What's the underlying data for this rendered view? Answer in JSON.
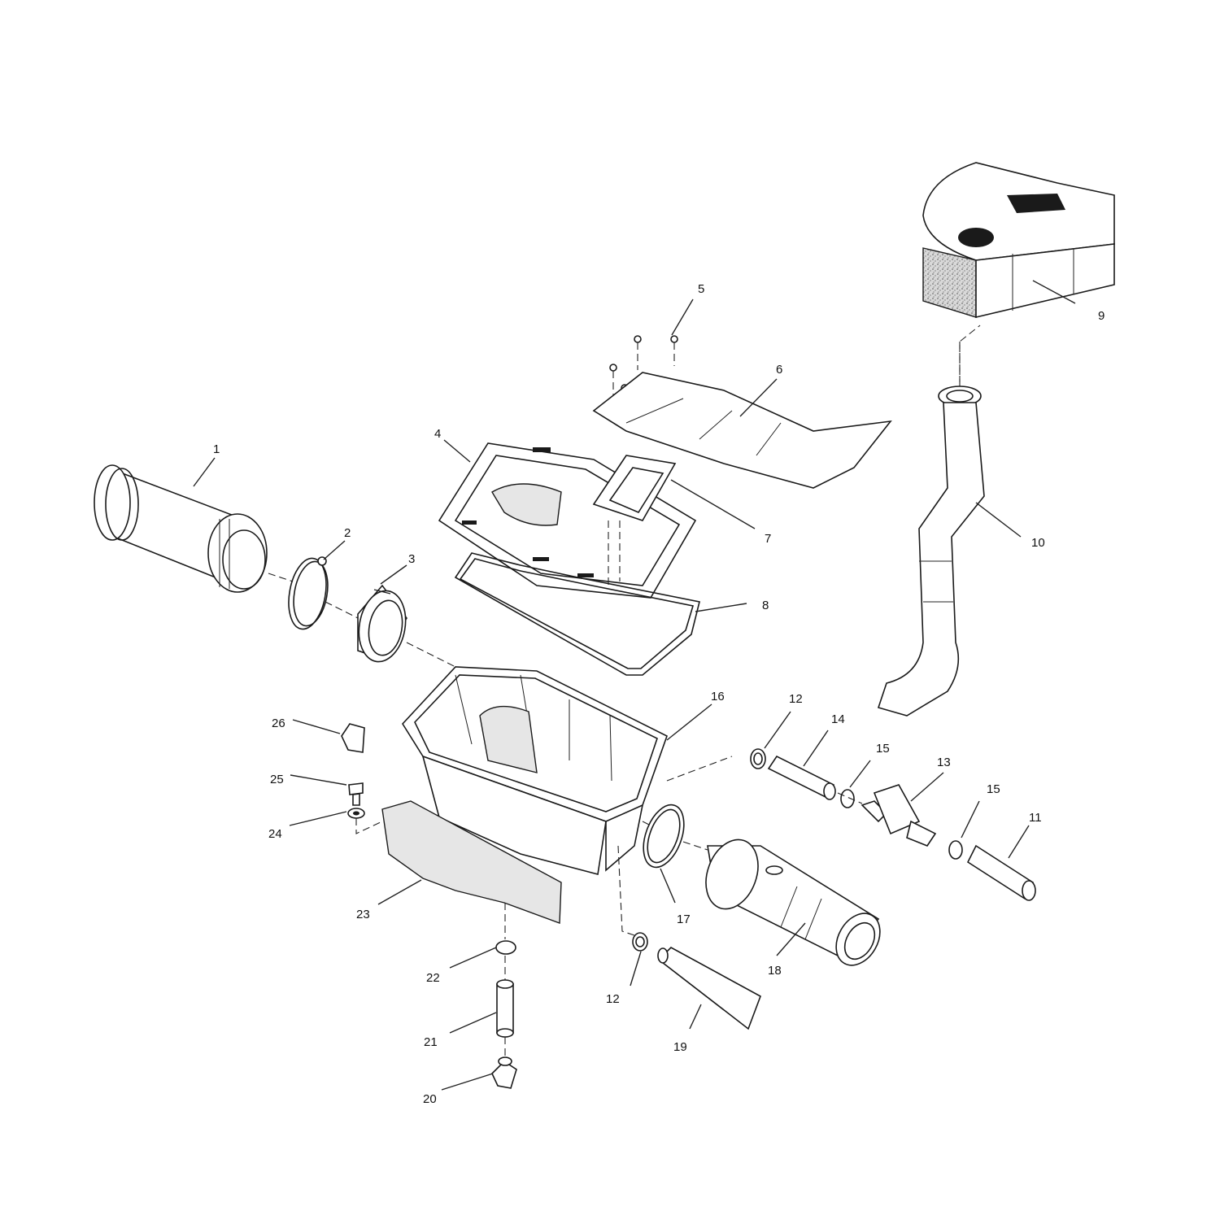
{
  "callouts": [
    "1",
    "2",
    "3",
    "4",
    "5",
    "6",
    "7",
    "8",
    "9",
    "10",
    "11",
    "12",
    "12",
    "13",
    "14",
    "15",
    "15",
    "16",
    "17",
    "18",
    "19",
    "20",
    "21",
    "22",
    "23",
    "24",
    "25",
    "26"
  ]
}
